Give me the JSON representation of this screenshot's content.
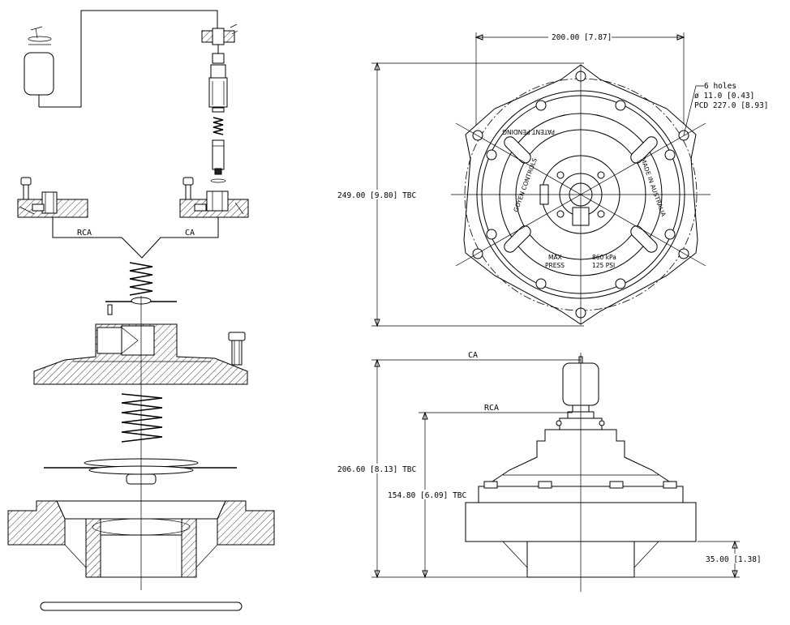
{
  "left_view": {
    "label_rca": "RCA",
    "label_ca": "CA"
  },
  "top_view": {
    "dim_width": "200.00 [7.87]",
    "dim_height": "249.00 [9.80] TBC",
    "note_holes_line1": "6 holes",
    "note_holes_line2": "ø 11.0 [0.43]",
    "note_holes_line3": "PCD 227.0 [8.93]",
    "ring_text_left": "GOYEN CONTROLS",
    "ring_text_top": "PATENT PENDING",
    "ring_text_right": "MADE IN AUSTRALIA",
    "ring_text_bottom_left_1": "MAX",
    "ring_text_bottom_left_2": "PRESS",
    "ring_text_bottom_right_1": "860 kPa",
    "ring_text_bottom_right_2": "125 PSI"
  },
  "side_view": {
    "label_ca": "CA",
    "label_rca": "RCA",
    "dim_total": "206.60 [8.13] TBC",
    "dim_rca": "154.80 [6.09] TBC",
    "dim_base": "35.00 [1.38]"
  }
}
